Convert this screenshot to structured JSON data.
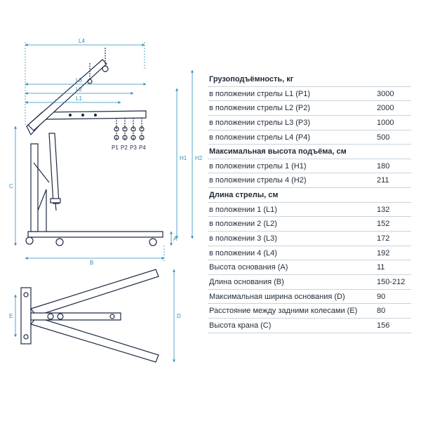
{
  "colors": {
    "accent": "#2d8fbf",
    "line": "#1f2a44",
    "text": "#1e2a38",
    "divider": "#c9d3dc"
  },
  "dimensions": {
    "l4": "L4",
    "l3": "L3",
    "l2": "L2",
    "l1": "L1",
    "h1": "H1",
    "h2": "H2",
    "c": "C",
    "a": "A",
    "b": "B",
    "d": "D",
    "e": "E",
    "p1": "P1",
    "p2": "P2",
    "p3": "P3",
    "p4": "P4"
  },
  "spec": {
    "capacity_title": "Грузоподъёмность, кг",
    "capacity": [
      {
        "label": "в положении стрелы L1 (P1)",
        "value": "3000"
      },
      {
        "label": "в положении стрелы L2 (P2)",
        "value": "2000"
      },
      {
        "label": "в положении стрелы L3 (P3)",
        "value": "1000"
      },
      {
        "label": "в положении стрелы L4 (P4)",
        "value": "500"
      }
    ],
    "height_title": "Максимальная высота подъёма, см",
    "height": [
      {
        "label": "в положении стрелы 1 (H1)",
        "value": "180"
      },
      {
        "label": "в положении стрелы 4 (H2)",
        "value": "211"
      }
    ],
    "boom_title": "Длина стрелы, см",
    "boom": [
      {
        "label": "в положении 1 (L1)",
        "value": "132"
      },
      {
        "label": "в положении 2 (L2)",
        "value": "152"
      },
      {
        "label": "в положении 3 (L3)",
        "value": "172"
      },
      {
        "label": "в положении 4 (L4)",
        "value": "192"
      }
    ],
    "base": [
      {
        "label": "Высота основания (А)",
        "value": "11"
      },
      {
        "label": "Длина основания (В)",
        "value": "150-212"
      },
      {
        "label": "Максимальная ширина основания (D)",
        "value": "90"
      },
      {
        "label": "Расстояние между задними колесами (E)",
        "value": "80"
      },
      {
        "label": "Высота крана (С)",
        "value": "156"
      }
    ]
  }
}
